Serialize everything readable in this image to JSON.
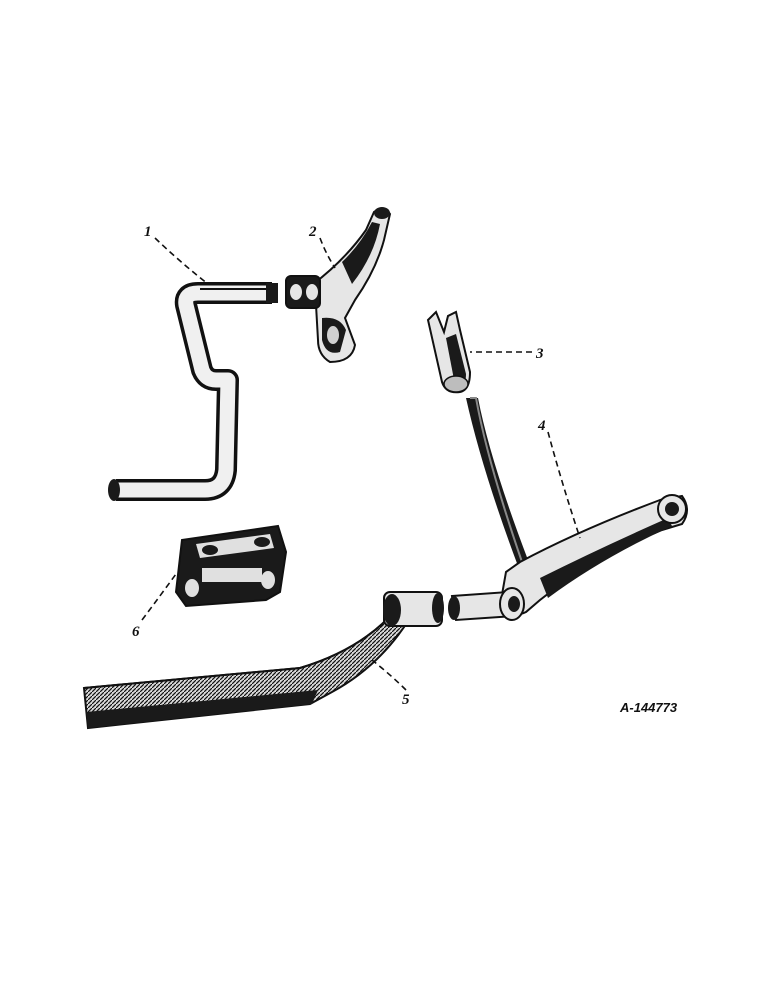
{
  "callouts": {
    "c1": "1",
    "c2": "2",
    "c3": "3",
    "c4": "4",
    "c5": "5",
    "c6": "6"
  },
  "figure_id": "A-144773",
  "colors": {
    "ink": "#111111",
    "paper": "#ffffff",
    "shade": "#e6e6e6"
  }
}
